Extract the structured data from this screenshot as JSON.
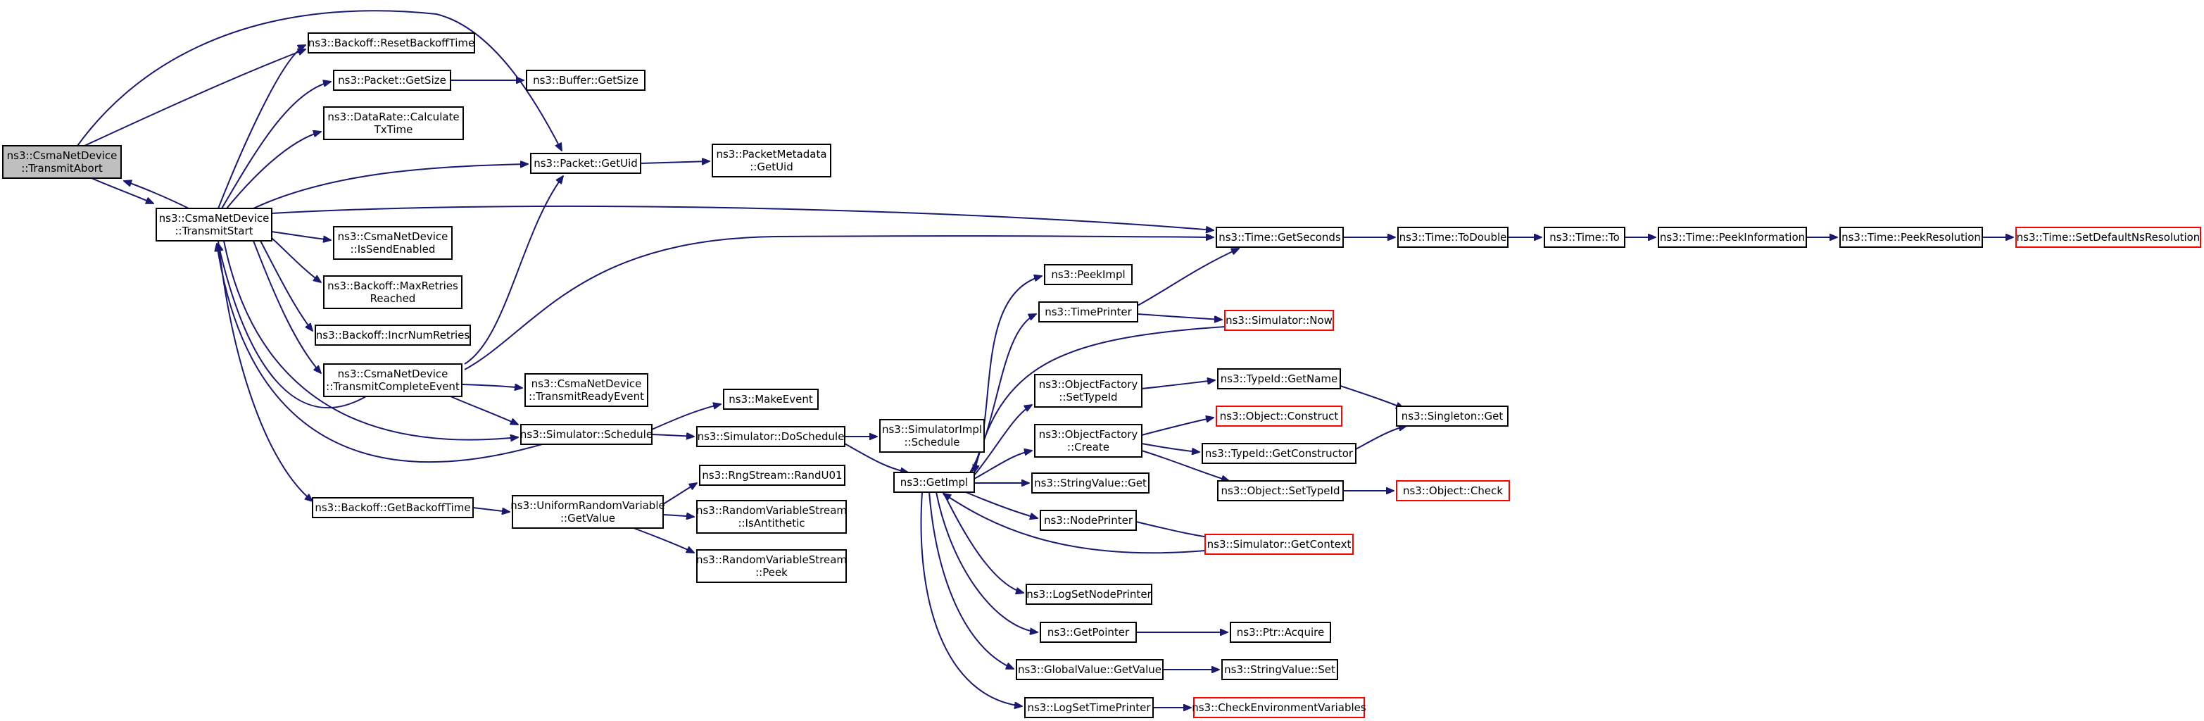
{
  "nodes": {
    "transmitAbort": [
      "ns3::CsmaNetDevice",
      "::TransmitAbort"
    ],
    "transmitStart": [
      "ns3::CsmaNetDevice",
      "::TransmitStart"
    ],
    "resetBackoffTime": [
      "ns3::Backoff::ResetBackoffTime"
    ],
    "packetGetSize": [
      "ns3::Packet::GetSize"
    ],
    "bufferGetSize": [
      "ns3::Buffer::GetSize"
    ],
    "dataRateCalc": [
      "ns3::DataRate::Calculate",
      "TxTime"
    ],
    "packetGetUid": [
      "ns3::Packet::GetUid"
    ],
    "packetMetadataGetUid": [
      "ns3::PacketMetadata",
      "::GetUid"
    ],
    "isSendEnabled": [
      "ns3::CsmaNetDevice",
      "::IsSendEnabled"
    ],
    "maxRetries": [
      "ns3::Backoff::MaxRetries",
      "Reached"
    ],
    "incrNumRetries": [
      "ns3::Backoff::IncrNumRetries"
    ],
    "transmitCompleteEvent": [
      "ns3::CsmaNetDevice",
      "::TransmitCompleteEvent"
    ],
    "transmitReadyEvent": [
      "ns3::CsmaNetDevice",
      "::TransmitReadyEvent"
    ],
    "simSchedule": [
      "ns3::Simulator::Schedule"
    ],
    "makeEvent": [
      "ns3::MakeEvent"
    ],
    "doSchedule": [
      "ns3::Simulator::DoSchedule"
    ],
    "simImplSchedule": [
      "ns3::SimulatorImpl",
      "::Schedule"
    ],
    "getBackoffTime": [
      "ns3::Backoff::GetBackoffTime"
    ],
    "urvGetValue": [
      "ns3::UniformRandomVariable",
      "::GetValue"
    ],
    "randU01": [
      "ns3::RngStream::RandU01"
    ],
    "isAntithetic": [
      "ns3::RandomVariableStream",
      "::IsAntithetic"
    ],
    "rvsPeek": [
      "ns3::RandomVariableStream",
      "::Peek"
    ],
    "getImpl": [
      "ns3::GetImpl"
    ],
    "timeGetSeconds": [
      "ns3::Time::GetSeconds"
    ],
    "timeToDouble": [
      "ns3::Time::ToDouble"
    ],
    "timeTo": [
      "ns3::Time::To"
    ],
    "peekInformation": [
      "ns3::Time::PeekInformation"
    ],
    "peekResolution": [
      "ns3::Time::PeekResolution"
    ],
    "setDefaultNsResolution": [
      "ns3::Time::SetDefaultNsResolution"
    ],
    "peekImpl": [
      "ns3::PeekImpl"
    ],
    "timePrinter": [
      "ns3::TimePrinter"
    ],
    "simNow": [
      "ns3::Simulator::Now"
    ],
    "ofSetTypeId": [
      "ns3::ObjectFactory",
      "::SetTypeId"
    ],
    "typeIdGetName": [
      "ns3::TypeId::GetName"
    ],
    "singletonGet": [
      "ns3::Singleton::Get"
    ],
    "objectConstruct": [
      "ns3::Object::Construct"
    ],
    "ofCreate": [
      "ns3::ObjectFactory",
      "::Create"
    ],
    "typeIdGetConstructor": [
      "ns3::TypeId::GetConstructor"
    ],
    "objectSetTypeId": [
      "ns3::Object::SetTypeId"
    ],
    "objectCheck": [
      "ns3::Object::Check"
    ],
    "stringValueGet": [
      "ns3::StringValue::Get"
    ],
    "nodePrinter": [
      "ns3::NodePrinter"
    ],
    "simGetContext": [
      "ns3::Simulator::GetContext"
    ],
    "logSetNodePrinter": [
      "ns3::LogSetNodePrinter"
    ],
    "getPointer": [
      "ns3::GetPointer"
    ],
    "ptrAcquire": [
      "ns3::Ptr::Acquire"
    ],
    "globalValueGetValue": [
      "ns3::GlobalValue::GetValue"
    ],
    "stringValueSet": [
      "ns3::StringValue::Set"
    ],
    "logSetTimePrinter": [
      "ns3::LogSetTimePrinter"
    ],
    "checkEnvVars": [
      "ns3::CheckEnvironmentVariables"
    ]
  },
  "colors": {
    "edge": "#191970",
    "root_fill": "#bfbfbf",
    "node_border": "#000000",
    "truncated_border": "#ff0000"
  }
}
